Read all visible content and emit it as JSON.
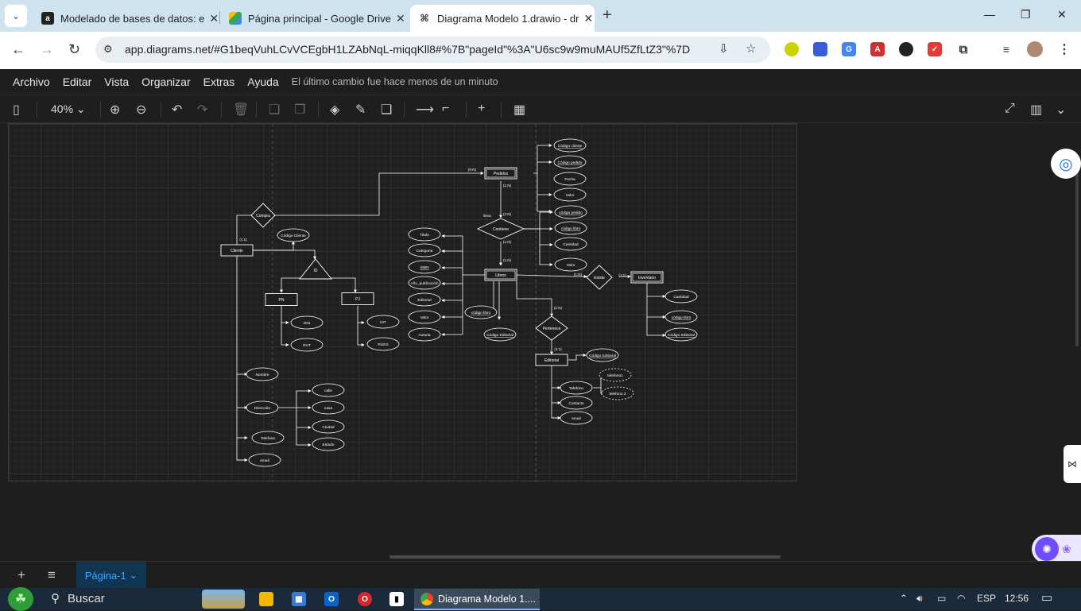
{
  "browser": {
    "tabs": [
      {
        "title": "Modelado de bases de datos: e",
        "icon": "academia-icon",
        "color": "#222222"
      },
      {
        "title": "Página principal - Google Drive",
        "icon": "google-drive-icon",
        "color": "#1e8e3e"
      },
      {
        "title": "Diagrama Modelo 1.drawio - dr",
        "icon": "drawio-icon",
        "color": "#f08705"
      }
    ],
    "url": "app.diagrams.net/#G1beqVuhLCvVCEgbH1LZAbNqL-miqqKll8#%7B\"pageId\"%3A\"U6sc9w9muMAUf5ZfLtZ3\"%7D"
  },
  "menubar": {
    "items": [
      "Archivo",
      "Editar",
      "Vista",
      "Organizar",
      "Extras",
      "Ayuda"
    ],
    "status": "El último cambio fue hace menos de un minuto"
  },
  "toolbar": {
    "zoom": "40%"
  },
  "diagram": {
    "entities": [
      "Cliente",
      "Pedidos",
      "Libros",
      "Inventario",
      "Editorial",
      "PN",
      "PJ"
    ],
    "relationships": [
      "Compra",
      "Contiene",
      "Existe",
      "Pertenece"
    ],
    "isa_label": "ID",
    "attributes": {
      "cliente": [
        "Código Cliente",
        "Nombre",
        "Dirección",
        "Telefono",
        "email"
      ],
      "direccion": [
        "calle",
        "casa",
        "Ciudad",
        "Estado"
      ],
      "pn": [
        "DNI",
        "RUT"
      ],
      "pj": [
        "NIT",
        "RUES"
      ],
      "pedidos": [
        "Código cliente",
        "Código pedido",
        "Fecha",
        "Valor"
      ],
      "contiene": [
        "código pedido",
        "código libro",
        "Cantidad",
        "Valor"
      ],
      "libros": [
        "Titulo",
        "Categoria",
        "ISBN",
        "Año_publicación",
        "Editorial",
        "Valor",
        "Autoria"
      ],
      "libros_keys": [
        "código libro",
        "Código Editorial"
      ],
      "inventario": [
        "Cantidad",
        "código libro",
        "Código Editorial"
      ],
      "editorial": [
        "Código Editorial",
        "Telefono",
        "Contacto",
        "email"
      ],
      "telefono": [
        "telefono1",
        "telefono 2"
      ]
    },
    "cardinalities": [
      "(0:N)",
      "(1:N)",
      "(1:N)",
      "(1:N)",
      "(1:N)",
      "(1:1)",
      "(1:N)",
      "(1:1)",
      "(1:N)",
      "(1:1)"
    ],
    "edge_label": "lleva"
  },
  "pages": {
    "current": "Página-1"
  },
  "taskbar": {
    "search": "Buscar",
    "active_window": "Diagrama Modelo 1....",
    "lang": "ESP",
    "time": "12:56"
  }
}
